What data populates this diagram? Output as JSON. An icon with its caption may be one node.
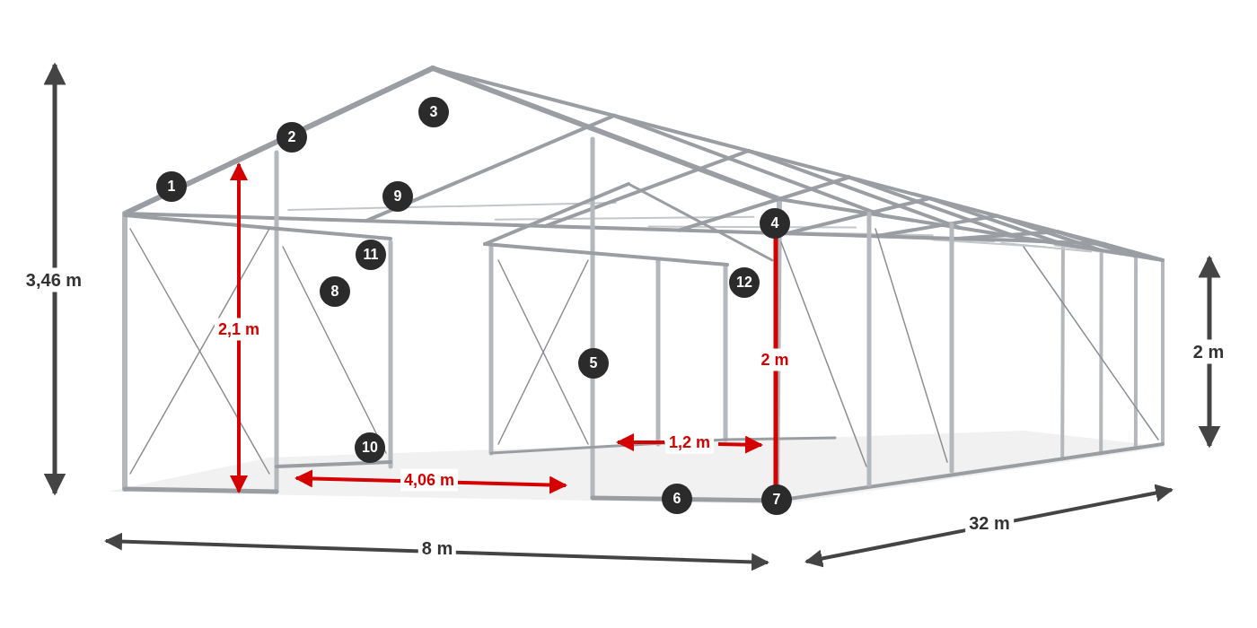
{
  "diagram": {
    "labels": [
      "3,46 m",
      "1",
      "2",
      "3",
      "9",
      "2,1 m",
      "11",
      "8",
      "4",
      "12",
      "5",
      "2 m",
      "2 m",
      "10",
      "1,2 m",
      "4,06 m",
      "6",
      "7",
      "32 m",
      "8 m"
    ]
  }
}
